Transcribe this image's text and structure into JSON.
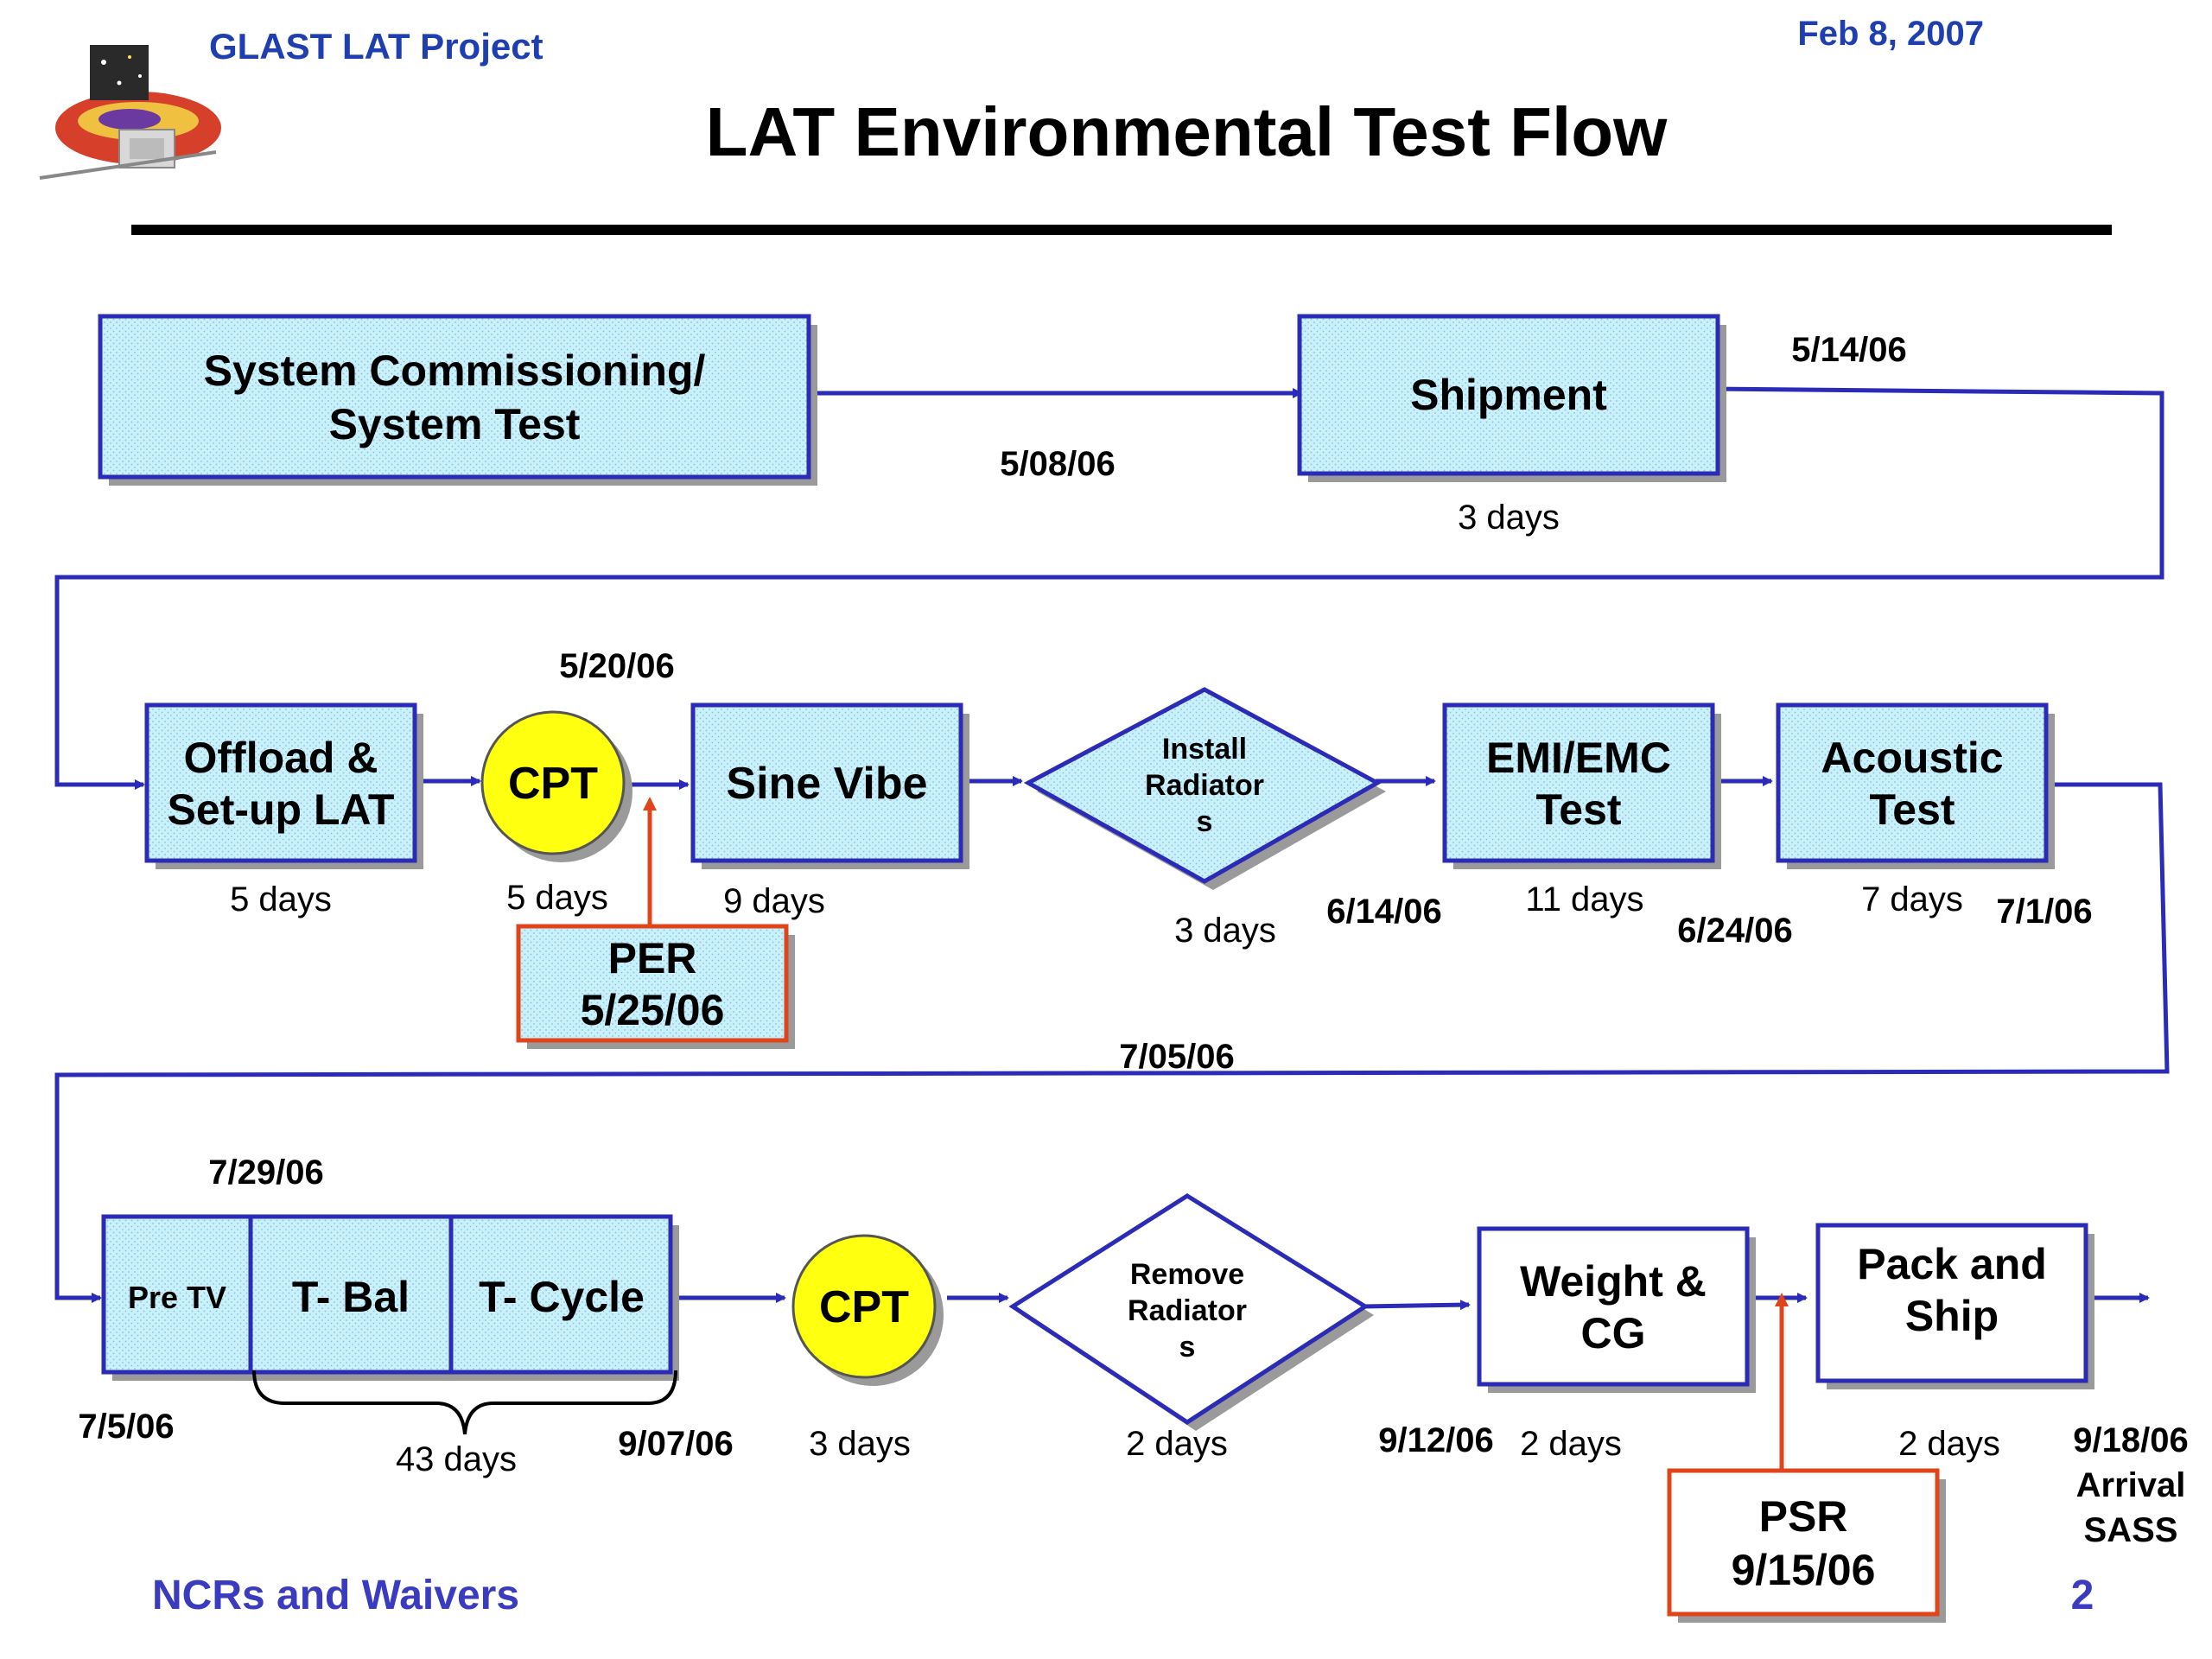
{
  "header": {
    "project": "GLAST LAT Project",
    "date": "Feb 8, 2007",
    "title": "LAT Environmental Test Flow"
  },
  "footer": {
    "left": "NCRs and Waivers",
    "page": "2"
  },
  "colors": {
    "blue": "#2b2bb8",
    "header_blue": "#1f3fb0",
    "box_fill": "#c9f0fb",
    "orange": "#e0441a",
    "cpt_yellow": "#ffff10"
  },
  "boxes": {
    "commissioning": [
      "System Commissioning/",
      "System Test"
    ],
    "shipment": "Shipment",
    "offload": [
      "Offload &",
      "Set-up LAT"
    ],
    "cpt1": "CPT",
    "sine_vibe": "Sine Vibe",
    "install_radiators": [
      "Install",
      "Radiator",
      "s"
    ],
    "emi": [
      "EMI/EMC",
      "Test"
    ],
    "acoustic": [
      "Acoustic",
      "Test"
    ],
    "per": [
      "PER",
      "5/25/06"
    ],
    "pre_tv": "Pre TV",
    "t_bal": "T- Bal",
    "t_cycle": "T- Cycle",
    "cpt2": "CPT",
    "remove_radiators": [
      "Remove",
      "Radiator",
      "s"
    ],
    "weight": [
      "Weight &",
      "CG"
    ],
    "pack": [
      "Pack and",
      "Ship"
    ],
    "psr": [
      "PSR",
      "9/15/06"
    ]
  },
  "durations": {
    "shipment": "3 days",
    "offload": "5 days",
    "cpt1": "5 days",
    "sine_vibe": "9 days",
    "install": "3 days",
    "emi": "11 days",
    "acoustic": "7 days",
    "tv": "43 days",
    "cpt2": "3 days",
    "remove": "2 days",
    "weight": "2 days",
    "pack": "2 days"
  },
  "dates": {
    "d_0508": "5/08/06",
    "d_0514": "5/14/06",
    "d_0520": "5/20/06",
    "d_0614": "6/14/06",
    "d_0624": "6/24/06",
    "d_0701": "7/1/06",
    "d_0705": "7/05/06",
    "d_0729": "7/29/06",
    "d_075": "7/5/06",
    "d_0907": "9/07/06",
    "d_0912": "9/12/06",
    "d_0918": "9/18/06",
    "arrival": "Arrival",
    "sass": "SASS"
  }
}
